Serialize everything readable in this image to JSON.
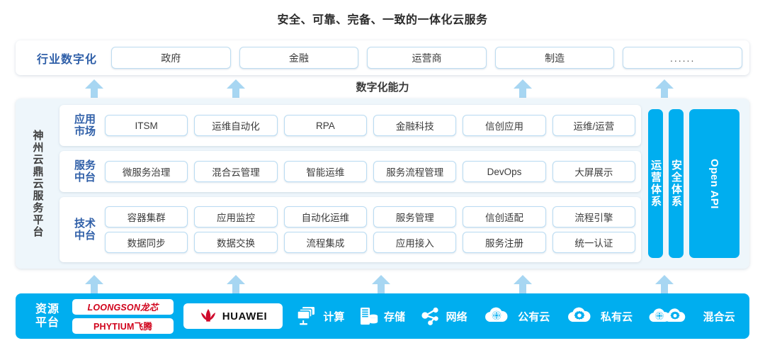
{
  "title": "安全、可靠、完备、一致的一体化云服务",
  "capability_label": "数字化能力",
  "colors": {
    "brand_blue": "#00AEEF",
    "arrow_blue": "#a7d6f2",
    "label_blue": "#2f5fa8",
    "panel_bg": "#eef6fb",
    "logo_red": "#D0021B"
  },
  "industry": {
    "label": "行业数字化",
    "items": [
      {
        "label": "政府"
      },
      {
        "label": "金融"
      },
      {
        "label": "运营商"
      },
      {
        "label": "制造"
      },
      {
        "label": "......"
      }
    ]
  },
  "platform": {
    "vertical_label": "神州云鼎云服务平台",
    "layers": [
      {
        "label": "应用\n市场",
        "rows": [
          [
            "ITSM",
            "运维自动化",
            "RPA",
            "金融科技",
            "信创应用",
            "运维/运营"
          ]
        ]
      },
      {
        "label": "服务\n中台",
        "rows": [
          [
            "微服务治理",
            "混合云管理",
            "智能运维",
            "服务流程管理",
            "DevOps",
            "大屏展示"
          ]
        ]
      },
      {
        "label": "技术\n中台",
        "rows": [
          [
            "容器集群",
            "应用监控",
            "自动化运维",
            "服务管理",
            "信创适配",
            "流程引擎"
          ],
          [
            "数据同步",
            "数据交换",
            "流程集成",
            "应用接入",
            "服务注册",
            "统一认证"
          ]
        ]
      }
    ],
    "vertical_bars": [
      {
        "label": "运营体系",
        "orientation": "vertical-cn"
      },
      {
        "label": "安全体系",
        "orientation": "vertical-cn"
      },
      {
        "label": "Open API",
        "orientation": "rotated"
      }
    ]
  },
  "resource": {
    "label": "资源\n平台",
    "chips": [
      {
        "label": "LOONGSON龙芯",
        "style": "italic"
      },
      {
        "label": "PHYTIUM飞腾",
        "style": "flat"
      }
    ],
    "huawei": {
      "label": "HUAWEI"
    },
    "items": [
      {
        "label": "计算",
        "icon": "servers-icon"
      },
      {
        "label": "存储",
        "icon": "storage-icon"
      },
      {
        "label": "网络",
        "icon": "network-icon"
      },
      {
        "label": "公有云",
        "icon": "public-cloud-icon"
      },
      {
        "label": "私有云",
        "icon": "private-cloud-icon"
      },
      {
        "label": "混合云",
        "icon": "hybrid-cloud-icon"
      }
    ]
  },
  "arrows": {
    "top_x": [
      120,
      320,
      725,
      925
    ],
    "bottom_x": [
      120,
      320,
      525,
      725,
      925
    ]
  }
}
